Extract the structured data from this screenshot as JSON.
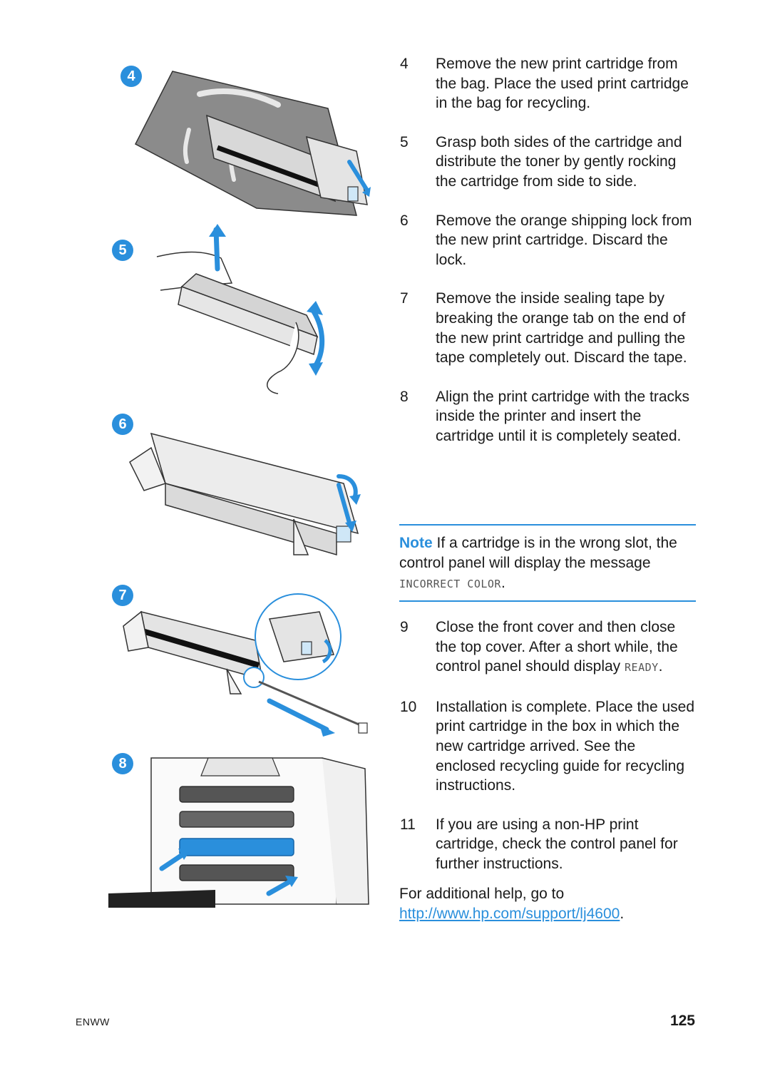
{
  "figures": {
    "badges": [
      "4",
      "5",
      "6",
      "7",
      "8"
    ]
  },
  "steps": [
    {
      "num": "4",
      "text": "Remove the new print cartridge from the bag. Place the used print cartridge in the bag for recycling."
    },
    {
      "num": "5",
      "text": "Grasp both sides of the cartridge and distribute the toner by gently rocking the cartridge from side to side."
    },
    {
      "num": "6",
      "text": "Remove the orange shipping lock from the new print cartridge. Discard the lock."
    },
    {
      "num": "7",
      "text": "Remove the inside sealing tape by breaking the orange tab on the end of the new print cartridge and pulling the tape completely out. Discard the tape."
    },
    {
      "num": "8",
      "text": "Align the print cartridge with the tracks inside the printer and insert the cartridge until it is completely seated."
    }
  ],
  "note": {
    "label": "Note",
    "text_before": " If a cartridge is in the wrong slot, the control panel will display the message ",
    "message": "INCORRECT COLOR",
    "text_after": "."
  },
  "steps_b": [
    {
      "num": "9",
      "text": "Close the front cover and then close the top cover. After a short while, the control panel should display ",
      "display": "READY",
      "after": "."
    },
    {
      "num": "10",
      "text": "Installation is complete. Place the used print cartridge in the box in which the new cartridge arrived. See the enclosed recycling guide for recycling instructions."
    },
    {
      "num": "11",
      "text": "If you are using a non-HP print cartridge, check the control panel for further instructions."
    }
  ],
  "help": {
    "text": "For additional help, go to",
    "link": "http://www.hp.com/support/lj4600",
    "after": "."
  },
  "footer": {
    "left": "ENWW",
    "page": "125"
  },
  "colors": {
    "accent": "#2a8fdc",
    "ink": "#1a1a1a"
  }
}
